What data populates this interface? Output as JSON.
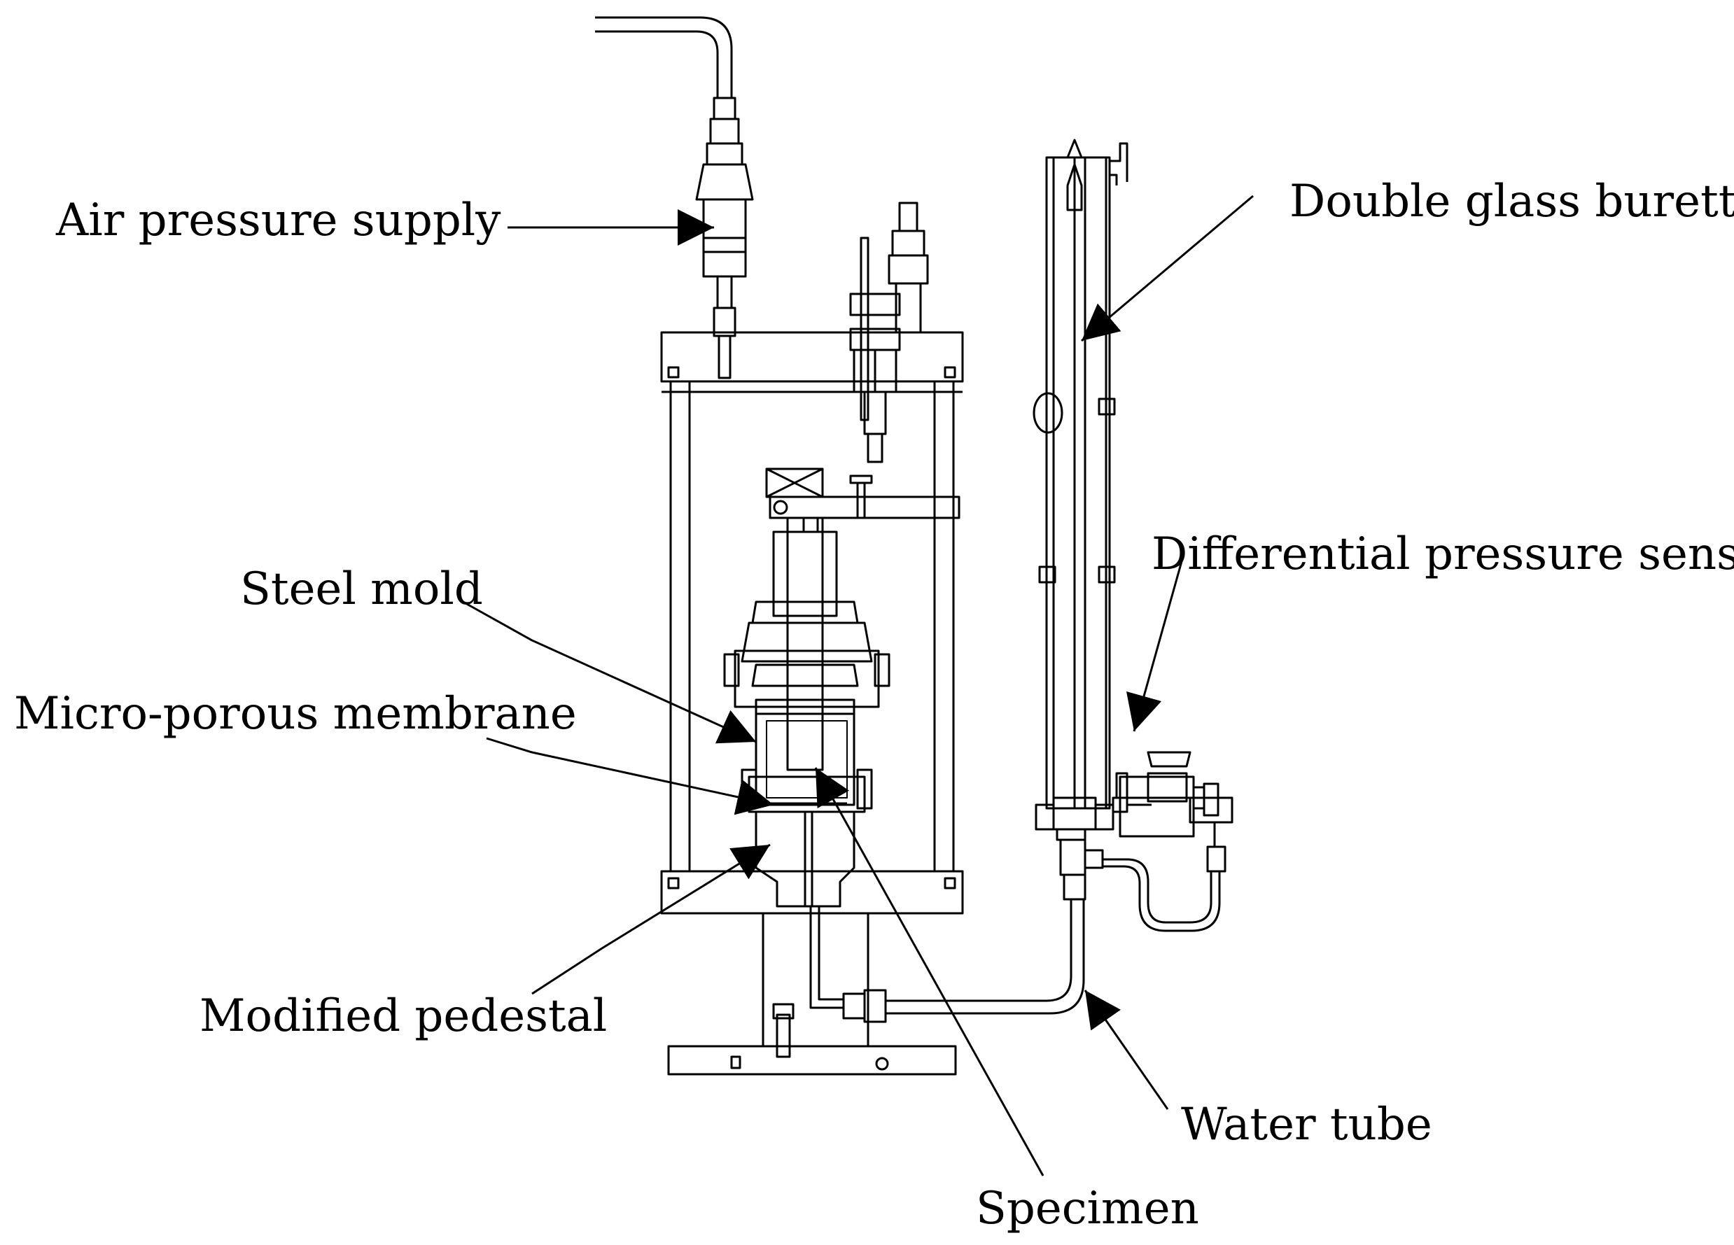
{
  "labels": {
    "air_pressure_supply": "Air pressure supply",
    "double_glass_burette": "Double glass burette",
    "differential_pressure_sensor": "Differential pressure sensor",
    "steel_mold": "Steel mold",
    "micro_porous_membrane": "Micro-porous membrane",
    "modified_pedestal": "Modified pedestal",
    "water_tube": "Water tube",
    "specimen": "Specimen"
  },
  "colors": {
    "line": "#000000",
    "background": "#ffffff"
  }
}
